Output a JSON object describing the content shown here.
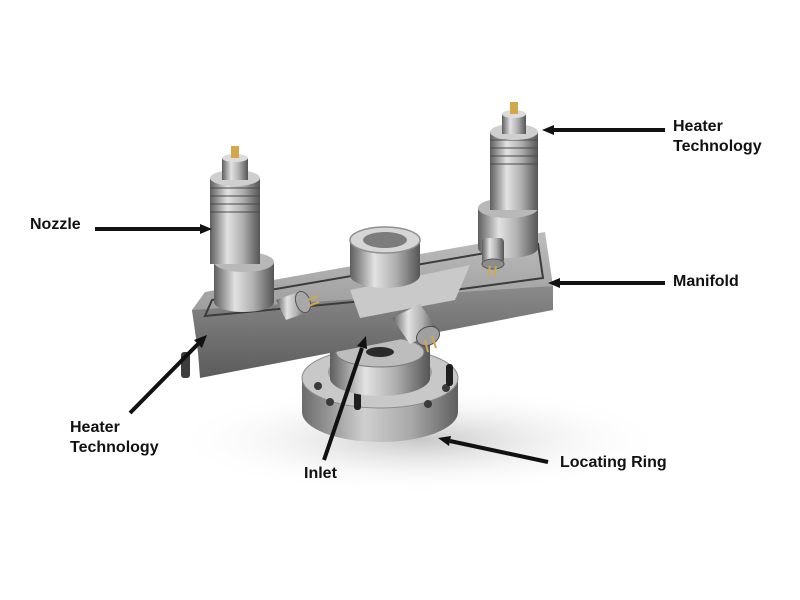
{
  "labels": {
    "nozzle": "Nozzle",
    "heater_top": "Heater\nTechnology",
    "manifold": "Manifold",
    "heater_bottom": "Heater\nTechnology",
    "inlet": "Inlet",
    "locating_ring": "Locating Ring"
  },
  "colors": {
    "label_text": "#111111",
    "leader_line": "#111111",
    "steel_light": "#d9d9d9",
    "steel_mid": "#a3a3a3",
    "steel_dark": "#5a5a5a",
    "brass": "#d2a84a"
  }
}
